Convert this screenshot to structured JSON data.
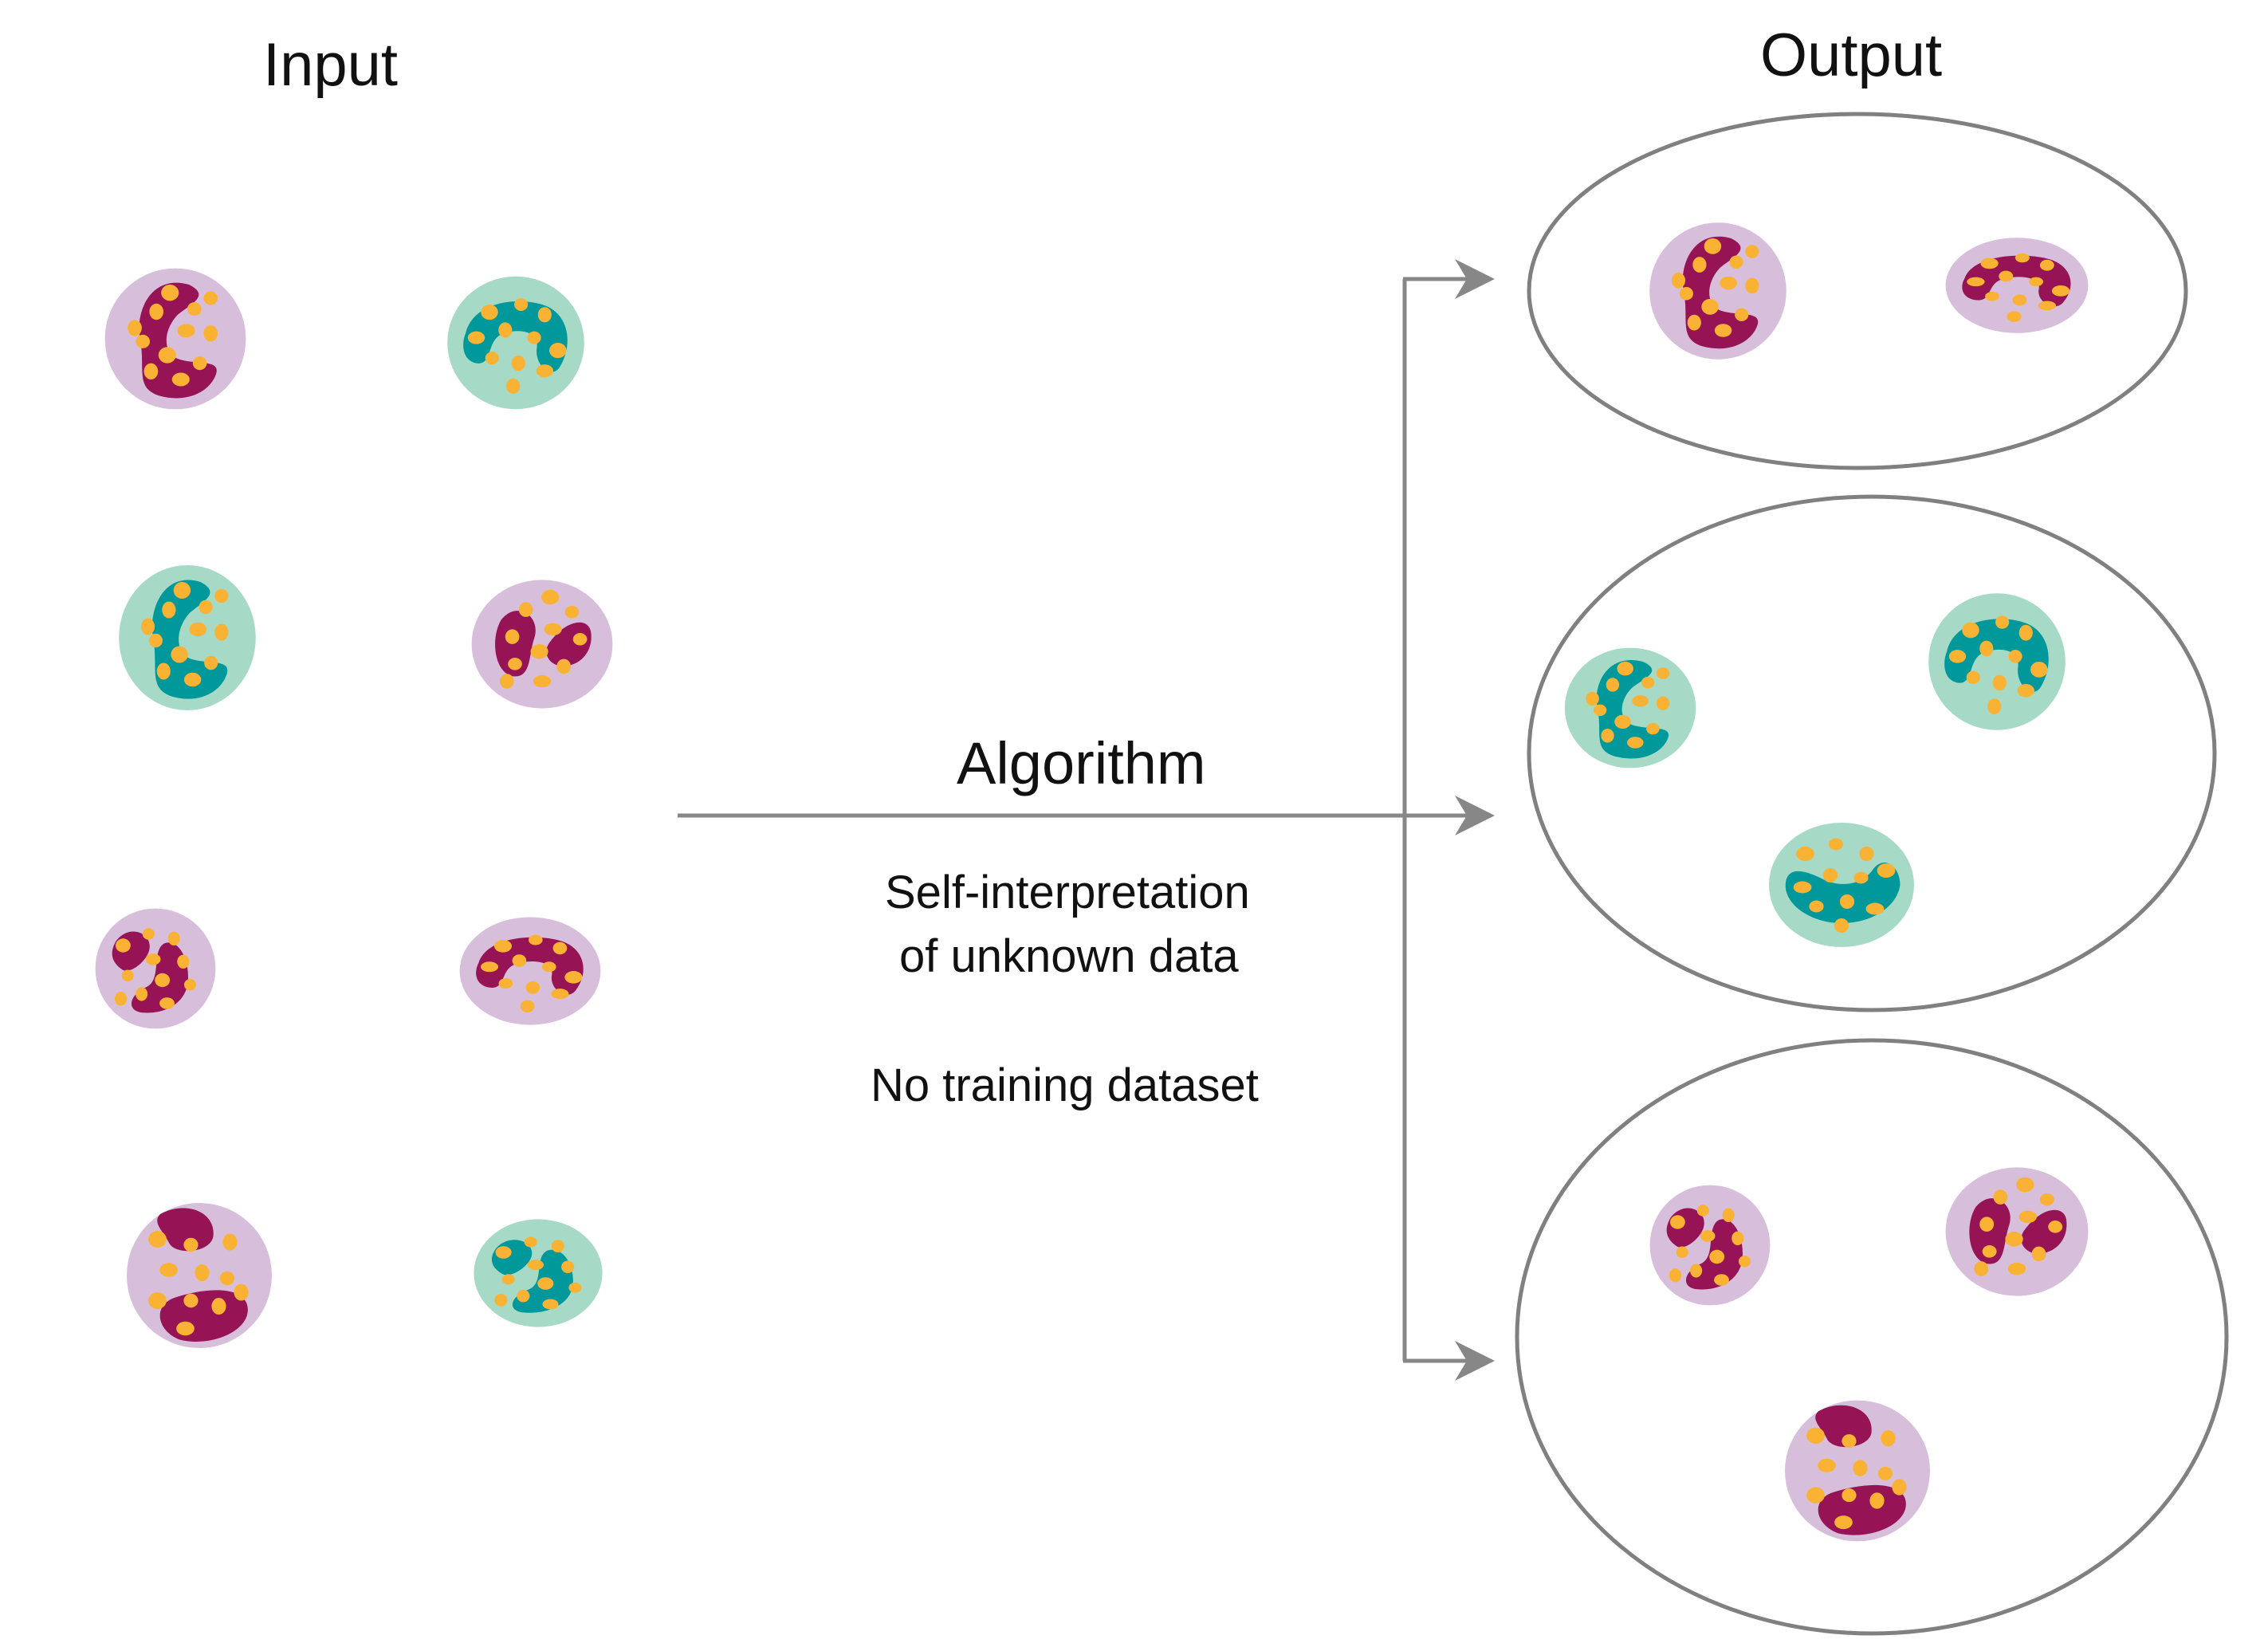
{
  "labels": {
    "input": "Input",
    "output": "Output",
    "algorithm": "Algorithm",
    "description_line1": "Self-interpretation",
    "description_line2": "of unknown data",
    "note": "No training dataset"
  },
  "colors": {
    "purple_cell": "#d7bfdc",
    "purple_nucleus": "#961456",
    "green_cell": "#a6dac6",
    "green_nucleus": "#00989a",
    "granule": "#f9b233",
    "arrow": "#878787",
    "cluster_outline": "#808080"
  },
  "input_cells": [
    {
      "type": "purple"
    },
    {
      "type": "green"
    },
    {
      "type": "green"
    },
    {
      "type": "purple"
    },
    {
      "type": "purple"
    },
    {
      "type": "purple"
    },
    {
      "type": "purple"
    },
    {
      "type": "green"
    }
  ],
  "output_clusters": [
    {
      "cell_type": "purple",
      "count": 2
    },
    {
      "cell_type": "green",
      "count": 3
    },
    {
      "cell_type": "purple",
      "count": 3
    }
  ]
}
